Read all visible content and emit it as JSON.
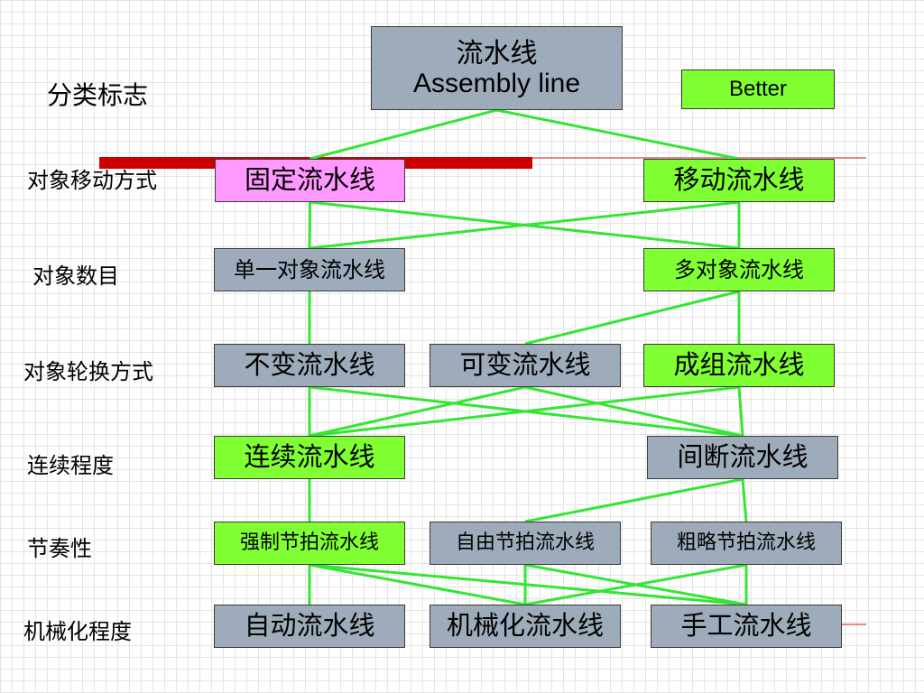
{
  "title_label": "分类标志",
  "row_labels": [
    "对象移动方式",
    "对象数目",
    "对象轮换方式",
    "连续程度",
    "节奏性",
    "机械化程度"
  ],
  "nodes": {
    "root": {
      "line1": "流水线",
      "line2": "Assembly line"
    },
    "better": "Better",
    "fixed": "固定流水线",
    "moving": "移动流水线",
    "single_object": "单一对象流水线",
    "multi_object": "多对象流水线",
    "invariant": "不变流水线",
    "variable": "可变流水线",
    "group": "成组流水线",
    "continuous": "连续流水线",
    "intermittent": "间断流水线",
    "forced_beat": "强制节拍流水线",
    "free_beat": "自由节拍流水线",
    "rough_beat": "粗略节拍流水线",
    "automatic": "自动流水线",
    "mechanized": "机械化流水线",
    "manual": "手工流水线"
  },
  "colors": {
    "gray_box": "#9eabbb",
    "green_box": "#80ff33",
    "pink_box": "#ff99ff",
    "connector": "#33e633",
    "red_bar": "#cc0000",
    "red_rule": "#e06060"
  },
  "highlighted_preferred": [
    "better",
    "moving",
    "multi_object",
    "group",
    "continuous",
    "forced_beat"
  ],
  "edges": [
    [
      "root",
      "fixed"
    ],
    [
      "root",
      "moving"
    ],
    [
      "fixed",
      "single_object"
    ],
    [
      "fixed",
      "multi_object"
    ],
    [
      "moving",
      "single_object"
    ],
    [
      "moving",
      "multi_object"
    ],
    [
      "single_object",
      "invariant"
    ],
    [
      "multi_object",
      "variable"
    ],
    [
      "multi_object",
      "group"
    ],
    [
      "invariant",
      "continuous"
    ],
    [
      "invariant",
      "intermittent"
    ],
    [
      "variable",
      "continuous"
    ],
    [
      "variable",
      "intermittent"
    ],
    [
      "group",
      "continuous"
    ],
    [
      "group",
      "intermittent"
    ],
    [
      "continuous",
      "forced_beat"
    ],
    [
      "intermittent",
      "free_beat"
    ],
    [
      "intermittent",
      "rough_beat"
    ],
    [
      "forced_beat",
      "automatic"
    ],
    [
      "forced_beat",
      "mechanized"
    ],
    [
      "forced_beat",
      "manual"
    ],
    [
      "free_beat",
      "mechanized"
    ],
    [
      "free_beat",
      "manual"
    ],
    [
      "rough_beat",
      "mechanized"
    ],
    [
      "rough_beat",
      "manual"
    ]
  ]
}
